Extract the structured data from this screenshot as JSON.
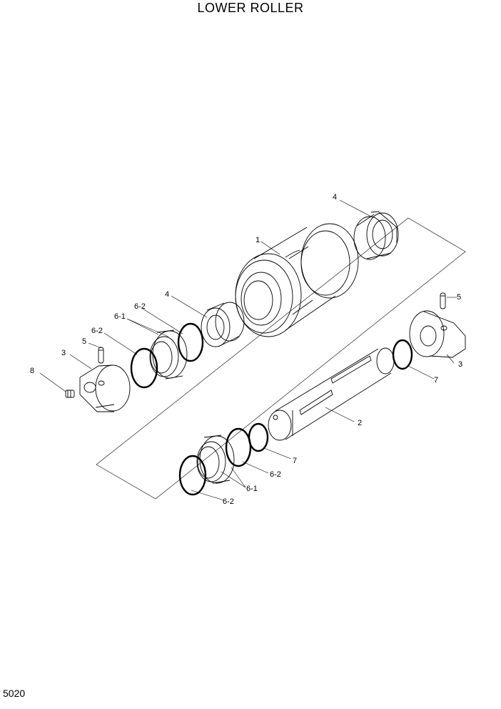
{
  "title": "LOWER ROLLER",
  "page_code": "5020",
  "callouts": {
    "roller_body": "1",
    "shaft": "2",
    "collar_left": "3",
    "collar_right": "3",
    "bushing_top": "4",
    "bushing_left": "4",
    "pin_left": "5",
    "pin_right": "5",
    "floating_seal_upper_a": "6-2",
    "floating_seal_upper_b": "6-1",
    "floating_seal_upper_c": "6-2",
    "floating_seal_lower_a": "6-2",
    "floating_seal_lower_b": "6-1",
    "floating_seal_lower_c": "6-2",
    "o_ring_right": "7",
    "o_ring_lower": "7",
    "plug": "8"
  }
}
